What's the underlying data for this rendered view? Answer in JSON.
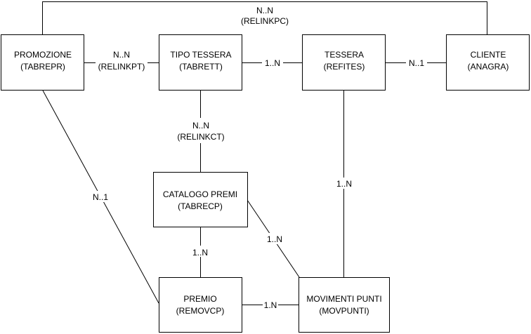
{
  "diagram": {
    "type": "entity-relationship",
    "entities": [
      {
        "id": "promozione",
        "name": "PROMOZIONE",
        "table": "(TABREPR)"
      },
      {
        "id": "tipo_tessera",
        "name": "TIPO TESSERA",
        "table": "(TABRETT)"
      },
      {
        "id": "tessera",
        "name": "TESSERA",
        "table": "(REFITES)"
      },
      {
        "id": "cliente",
        "name": "CLIENTE",
        "table": "(ANAGRA)"
      },
      {
        "id": "catalogo_premi",
        "name": "CATALOGO PREMI",
        "table": "(TABRECP)"
      },
      {
        "id": "premio",
        "name": "PREMIO",
        "table": "(REMOVCP)"
      },
      {
        "id": "movimenti_punti",
        "name": "MOVIMENTI PUNTI",
        "table": "(MOVPUNTI)"
      }
    ],
    "relations": [
      {
        "id": "promozione_cliente",
        "from": "promozione",
        "to": "cliente",
        "cardinality": "N..N",
        "table": "(RELINKPC)"
      },
      {
        "id": "promozione_tipo_tessera",
        "from": "promozione",
        "to": "tipo_tessera",
        "cardinality": "N..N",
        "table": "(RELINKPT)"
      },
      {
        "id": "tipo_tessera_tessera",
        "from": "tipo_tessera",
        "to": "tessera",
        "cardinality": "1..N",
        "table": ""
      },
      {
        "id": "tessera_cliente",
        "from": "tessera",
        "to": "cliente",
        "cardinality": "N..1",
        "table": ""
      },
      {
        "id": "tipo_tessera_catalogo",
        "from": "tipo_tessera",
        "to": "catalogo_premi",
        "cardinality": "N..N",
        "table": "(RELINKCT)"
      },
      {
        "id": "promozione_premio",
        "from": "promozione",
        "to": "premio",
        "cardinality": "N..1",
        "table": ""
      },
      {
        "id": "tessera_movimenti",
        "from": "tessera",
        "to": "movimenti_punti",
        "cardinality": "1..N",
        "table": ""
      },
      {
        "id": "catalogo_movimenti",
        "from": "catalogo_premi",
        "to": "movimenti_punti",
        "cardinality": "1..N",
        "table": ""
      },
      {
        "id": "catalogo_premio",
        "from": "catalogo_premi",
        "to": "premio",
        "cardinality": "1..N",
        "table": ""
      },
      {
        "id": "premio_movimenti",
        "from": "premio",
        "to": "movimenti_punti",
        "cardinality": "1.N",
        "table": ""
      }
    ]
  }
}
